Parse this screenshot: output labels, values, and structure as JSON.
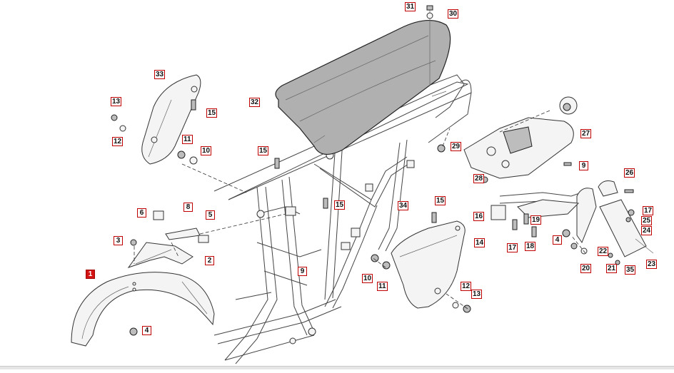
{
  "diagram": {
    "callouts": [
      {
        "id": "c31",
        "label": "31"
      },
      {
        "id": "c30",
        "label": "30"
      },
      {
        "id": "c33",
        "label": "33"
      },
      {
        "id": "c13a",
        "label": "13"
      },
      {
        "id": "c15a",
        "label": "15"
      },
      {
        "id": "c32",
        "label": "32"
      },
      {
        "id": "c12a",
        "label": "12"
      },
      {
        "id": "c11a",
        "label": "11"
      },
      {
        "id": "c10a",
        "label": "10"
      },
      {
        "id": "c15b",
        "label": "15"
      },
      {
        "id": "c29",
        "label": "29"
      },
      {
        "id": "c27",
        "label": "27"
      },
      {
        "id": "c9a",
        "label": "9"
      },
      {
        "id": "c28",
        "label": "28"
      },
      {
        "id": "c26",
        "label": "26"
      },
      {
        "id": "c15c",
        "label": "15"
      },
      {
        "id": "c8",
        "label": "8"
      },
      {
        "id": "c6",
        "label": "6"
      },
      {
        "id": "c5",
        "label": "5"
      },
      {
        "id": "c15d",
        "label": "15"
      },
      {
        "id": "c34",
        "label": "34"
      },
      {
        "id": "c16",
        "label": "16"
      },
      {
        "id": "c17a",
        "label": "17"
      },
      {
        "id": "c19",
        "label": "19"
      },
      {
        "id": "c25",
        "label": "25"
      },
      {
        "id": "c3",
        "label": "3"
      },
      {
        "id": "c24",
        "label": "24"
      },
      {
        "id": "c14",
        "label": "14"
      },
      {
        "id": "c17b",
        "label": "17"
      },
      {
        "id": "c18",
        "label": "18"
      },
      {
        "id": "c4a",
        "label": "4"
      },
      {
        "id": "c2",
        "label": "2"
      },
      {
        "id": "c22",
        "label": "22"
      },
      {
        "id": "c9b",
        "label": "9"
      },
      {
        "id": "c20",
        "label": "20"
      },
      {
        "id": "c21",
        "label": "21"
      },
      {
        "id": "c35",
        "label": "35"
      },
      {
        "id": "c23",
        "label": "23"
      },
      {
        "id": "c1",
        "label": "1",
        "highlight": true
      },
      {
        "id": "c10b",
        "label": "10"
      },
      {
        "id": "c11b",
        "label": "11"
      },
      {
        "id": "c12b",
        "label": "12"
      },
      {
        "id": "c13b",
        "label": "13"
      },
      {
        "id": "c4b",
        "label": "4"
      }
    ]
  }
}
